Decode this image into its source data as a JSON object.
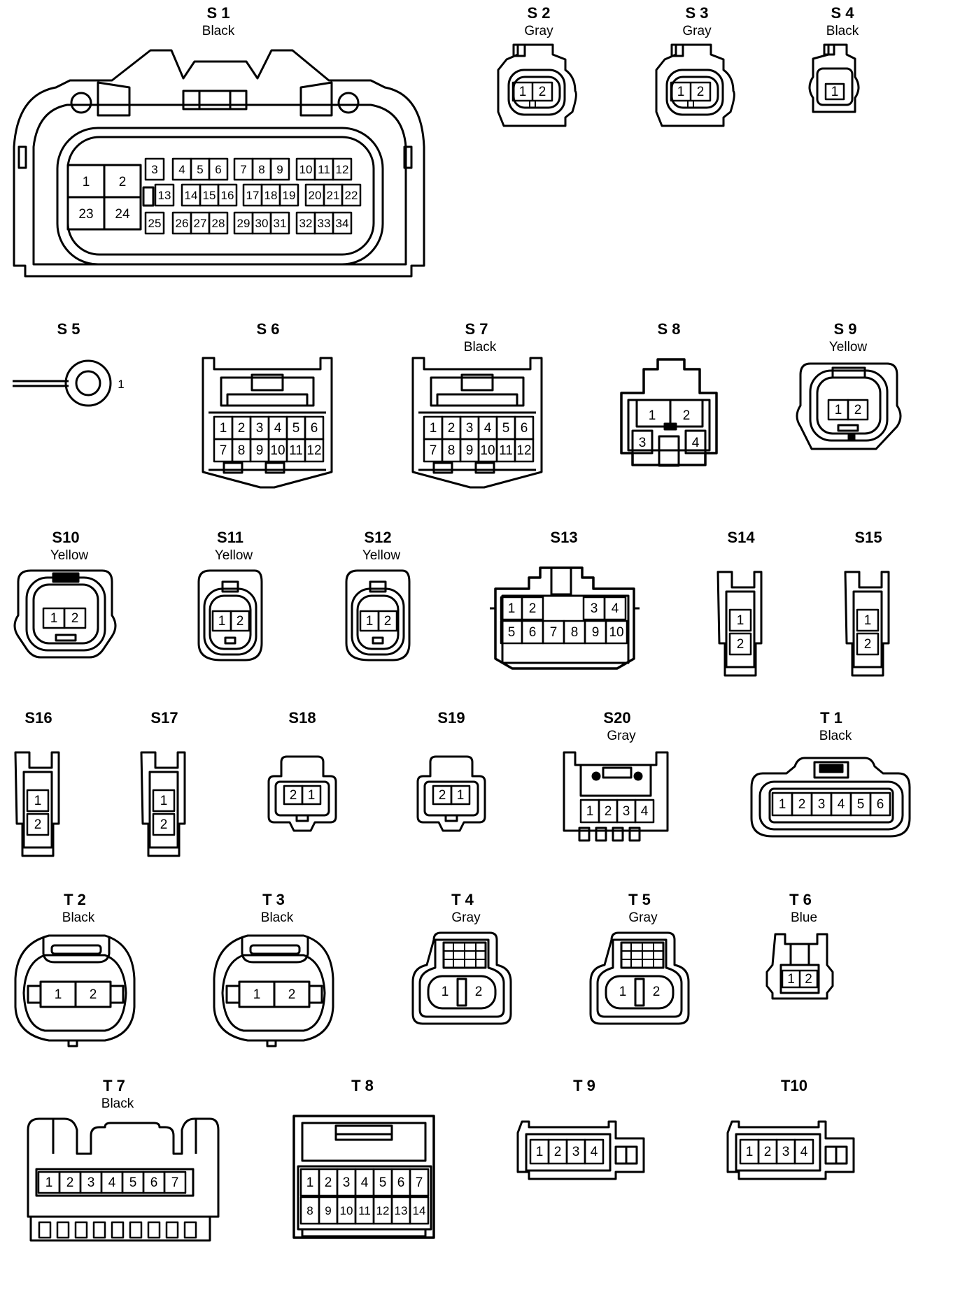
{
  "connectors": [
    {
      "id": "S 1",
      "color": "Black",
      "pins": [
        "1",
        "2",
        "23",
        "24",
        "3",
        "4",
        "5",
        "6",
        "7",
        "8",
        "9",
        "10",
        "11",
        "12",
        "13",
        "14",
        "15",
        "16",
        "17",
        "18",
        "19",
        "20",
        "21",
        "22",
        "25",
        "26",
        "27",
        "28",
        "29",
        "30",
        "31",
        "32",
        "33",
        "34"
      ]
    },
    {
      "id": "S 2",
      "color": "Gray",
      "pins": [
        "1",
        "2"
      ]
    },
    {
      "id": "S 3",
      "color": "Gray",
      "pins": [
        "1",
        "2"
      ]
    },
    {
      "id": "S 4",
      "color": "Black",
      "pins": [
        "1"
      ]
    },
    {
      "id": "S 5",
      "color": "",
      "pins": [
        "1"
      ]
    },
    {
      "id": "S 6",
      "color": "",
      "pins": [
        "1",
        "2",
        "3",
        "4",
        "5",
        "6",
        "7",
        "8",
        "9",
        "10",
        "11",
        "12"
      ]
    },
    {
      "id": "S 7",
      "color": "Black",
      "pins": [
        "1",
        "2",
        "3",
        "4",
        "5",
        "6",
        "7",
        "8",
        "9",
        "10",
        "11",
        "12"
      ]
    },
    {
      "id": "S 8",
      "color": "",
      "pins": [
        "1",
        "2",
        "3",
        "4"
      ]
    },
    {
      "id": "S 9",
      "color": "Yellow",
      "pins": [
        "1",
        "2"
      ]
    },
    {
      "id": "S10",
      "color": "Yellow",
      "pins": [
        "1",
        "2"
      ]
    },
    {
      "id": "S11",
      "color": "Yellow",
      "pins": [
        "1",
        "2"
      ]
    },
    {
      "id": "S12",
      "color": "Yellow",
      "pins": [
        "1",
        "2"
      ]
    },
    {
      "id": "S13",
      "color": "",
      "pins": [
        "1",
        "2",
        "3",
        "4",
        "5",
        "6",
        "7",
        "8",
        "9",
        "10"
      ]
    },
    {
      "id": "S14",
      "color": "",
      "pins": [
        "1",
        "2"
      ]
    },
    {
      "id": "S15",
      "color": "",
      "pins": [
        "1",
        "2"
      ]
    },
    {
      "id": "S16",
      "color": "",
      "pins": [
        "1",
        "2"
      ]
    },
    {
      "id": "S17",
      "color": "",
      "pins": [
        "1",
        "2"
      ]
    },
    {
      "id": "S18",
      "color": "",
      "pins": [
        "2",
        "1"
      ]
    },
    {
      "id": "S19",
      "color": "",
      "pins": [
        "2",
        "1"
      ]
    },
    {
      "id": "S20",
      "color": "Gray",
      "pins": [
        "1",
        "2",
        "3",
        "4"
      ]
    },
    {
      "id": "T 1",
      "color": "Black",
      "pins": [
        "1",
        "2",
        "3",
        "4",
        "5",
        "6"
      ]
    },
    {
      "id": "T 2",
      "color": "Black",
      "pins": [
        "1",
        "2"
      ]
    },
    {
      "id": "T 3",
      "color": "Black",
      "pins": [
        "1",
        "2"
      ]
    },
    {
      "id": "T 4",
      "color": "Gray",
      "pins": [
        "1",
        "2"
      ]
    },
    {
      "id": "T 5",
      "color": "Gray",
      "pins": [
        "1",
        "2"
      ]
    },
    {
      "id": "T 6",
      "color": "Blue",
      "pins": [
        "1",
        "2"
      ]
    },
    {
      "id": "T 7",
      "color": "Black",
      "pins": [
        "1",
        "2",
        "3",
        "4",
        "5",
        "6",
        "7"
      ]
    },
    {
      "id": "T 8",
      "color": "",
      "pins": [
        "1",
        "2",
        "3",
        "4",
        "5",
        "6",
        "7",
        "8",
        "9",
        "10",
        "11",
        "12",
        "13",
        "14"
      ]
    },
    {
      "id": "T 9",
      "color": "",
      "pins": [
        "1",
        "2",
        "3",
        "4"
      ]
    },
    {
      "id": "T10",
      "color": "",
      "pins": [
        "1",
        "2",
        "3",
        "4"
      ]
    }
  ]
}
